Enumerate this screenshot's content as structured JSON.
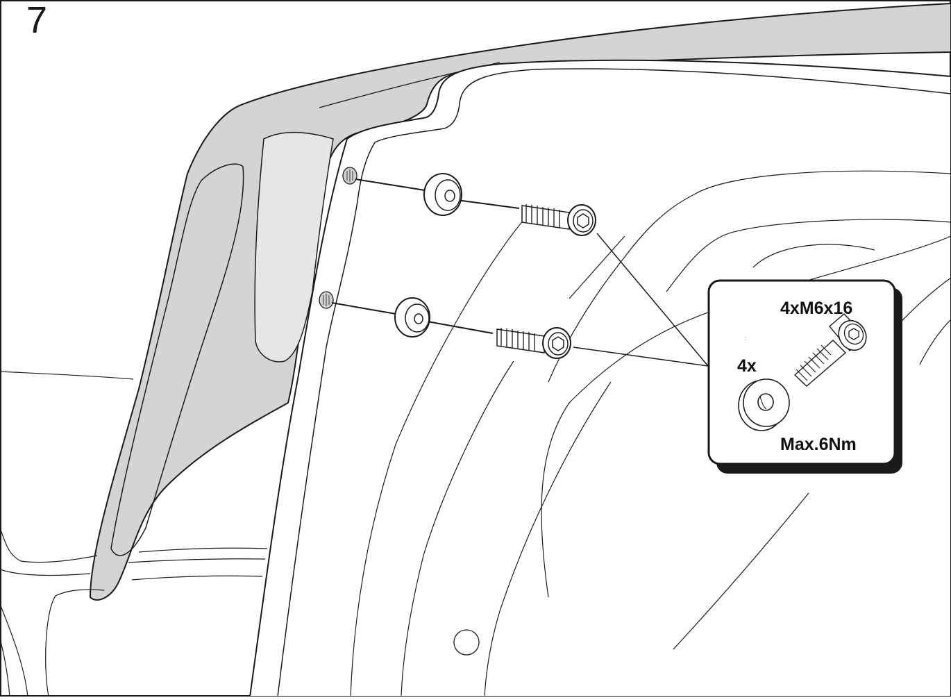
{
  "step": {
    "number": "7"
  },
  "callout": {
    "bolt_label": "4xM6x16",
    "washer_label": "4x",
    "torque_label": "Max.6Nm"
  },
  "colors": {
    "line": "#1a1a1a",
    "shade": "#d4d4d4",
    "panel": "#ffffff"
  },
  "parts": [
    {
      "name": "washer",
      "quantity": "4x"
    },
    {
      "name": "bolt",
      "spec": "M6x16",
      "quantity": "4x"
    }
  ]
}
